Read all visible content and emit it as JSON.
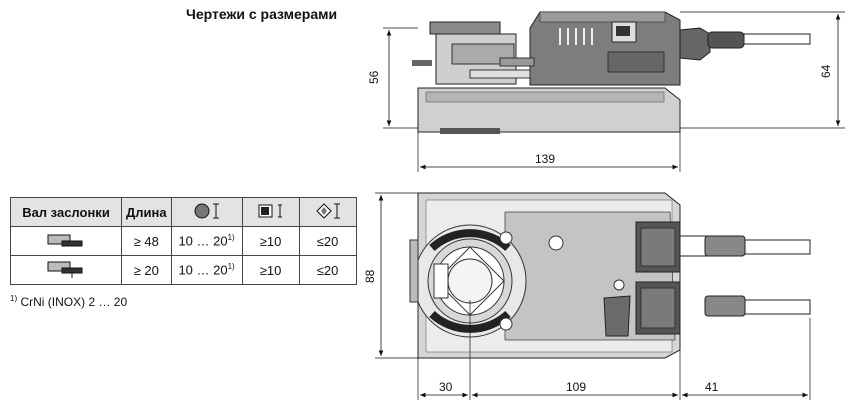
{
  "title": "Чертежи с размерами",
  "table": {
    "headers": {
      "shaft": "Вал заслонки",
      "length": "Длина"
    },
    "header_icons": [
      "round-shaft-icon",
      "square-shaft-icon",
      "diamond-shaft-icon"
    ],
    "rows": [
      {
        "shaft_icon": "shaft-long-icon",
        "length": "≥ 48",
        "round": "10 … 20",
        "round_note": "1)",
        "square": "≥10",
        "diamond": "≤20"
      },
      {
        "shaft_icon": "shaft-short-icon",
        "length": "≥ 20",
        "round": "10 … 20",
        "round_note": "1)",
        "square": "≥10",
        "diamond": "≤20"
      }
    ]
  },
  "footnote": {
    "mark": "1)",
    "text": "CrNi (INOX) 2 … 20"
  },
  "dimensions": {
    "side_height_body": "56",
    "side_height_total": "64",
    "side_length": "139",
    "top_height": "88",
    "top_offset_left": "30",
    "top_body_length": "109",
    "top_cable_length": "41"
  }
}
